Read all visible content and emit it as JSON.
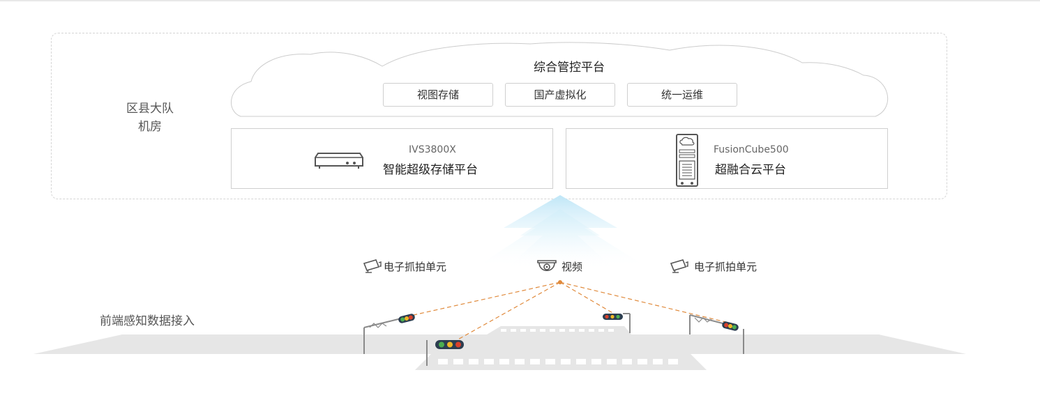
{
  "room": {
    "line1": "区县大队",
    "line2": "机房"
  },
  "cloud": {
    "title": "综合管控平台",
    "items": [
      "视图存储",
      "国产虚拟化",
      "统一运维"
    ]
  },
  "platforms": {
    "left": {
      "model": "IVS3800X",
      "name": "智能超级存储平台",
      "icon": "server-rack-icon"
    },
    "right": {
      "model": "FusionCube500",
      "name": "超融合云平台",
      "icon": "server-cabinet-icon"
    }
  },
  "frontend": {
    "label": "前端感知数据接入",
    "capture_left": "电子抓拍单元",
    "video": "视频",
    "capture_right": "电子抓拍单元"
  },
  "colors": {
    "arrow": "#c6e8f6",
    "dashed_link": "#e08a3c",
    "ground": "#e6e6e6",
    "light_red": "#d9412b",
    "light_yellow": "#f0b726",
    "light_green": "#4caf50"
  }
}
